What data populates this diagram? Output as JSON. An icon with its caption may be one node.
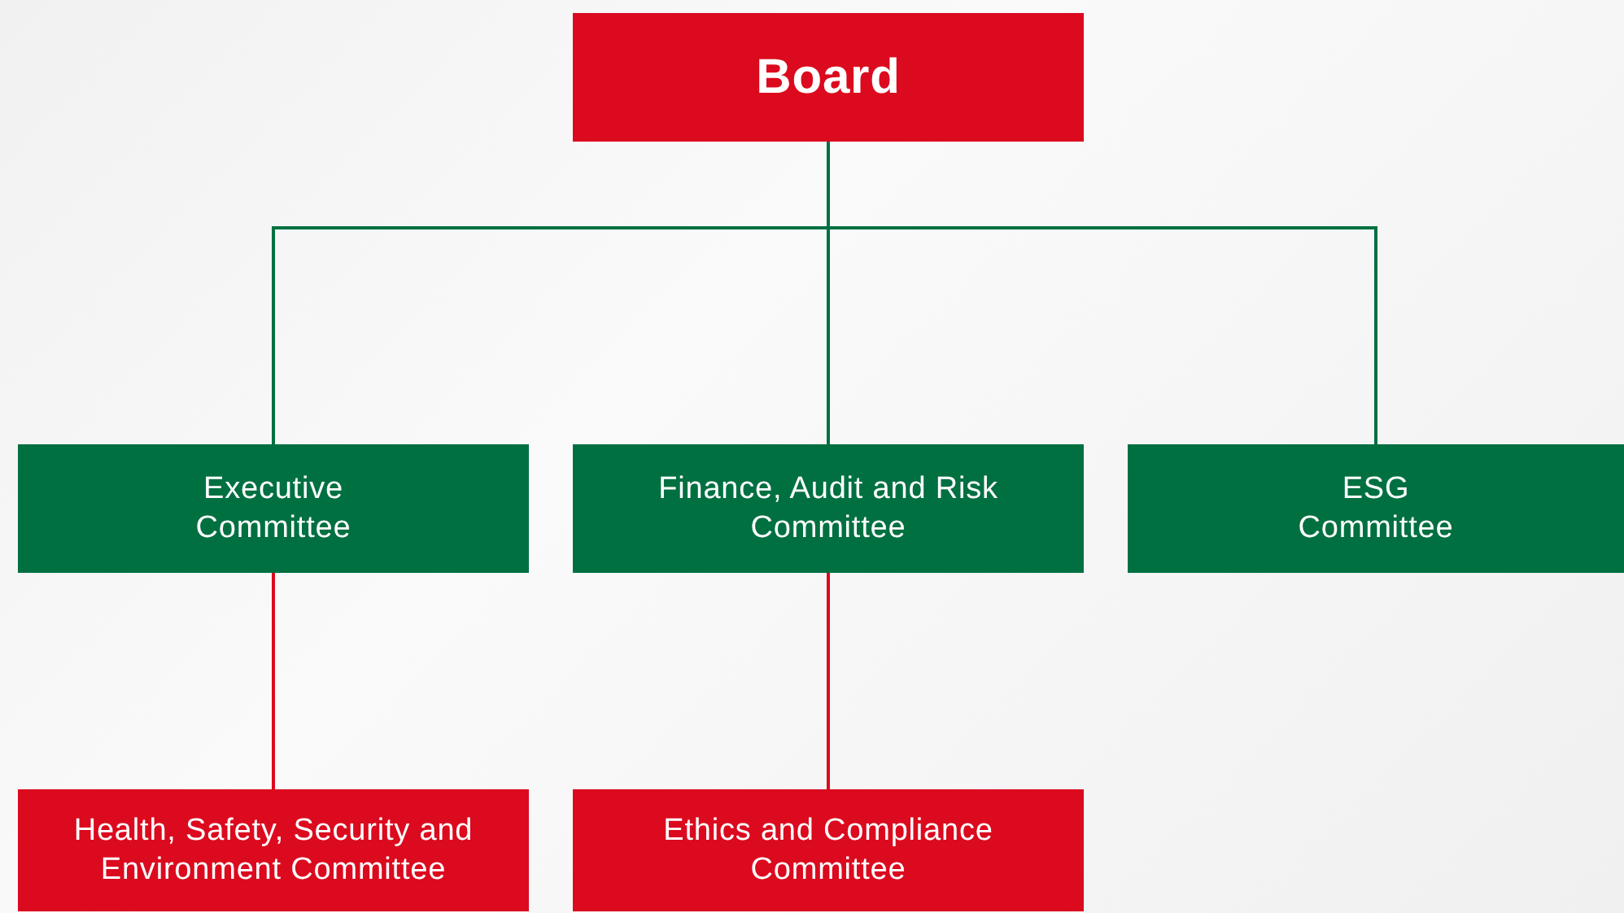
{
  "diagram": {
    "nodes": [
      {
        "text": [
          "Board"
        ]
      },
      {
        "text": [
          "Executive Committee"
        ]
      },
      {
        "text": [
          "Finance, Audit and Risk Committee"
        ]
      },
      {
        "text": [
          "ESG Committee"
        ]
      },
      {
        "text": [
          "Health, Safety, Security and Environment Committee"
        ]
      },
      {
        "text": [
          "Ethics and Compliance Committee"
        ]
      }
    ],
    "edges": [
      {
        "from": 0,
        "to": 1,
        "arrow": "none"
      },
      {
        "from": 0,
        "to": 2,
        "arrow": "none"
      },
      {
        "from": 0,
        "to": 3,
        "arrow": "none"
      },
      {
        "from": 1,
        "to": 4,
        "arrow": "none",
        "color": "#dc0a1e"
      },
      {
        "from": 2,
        "to": 5,
        "arrow": "none",
        "color": "#dc0a1e"
      }
    ]
  }
}
